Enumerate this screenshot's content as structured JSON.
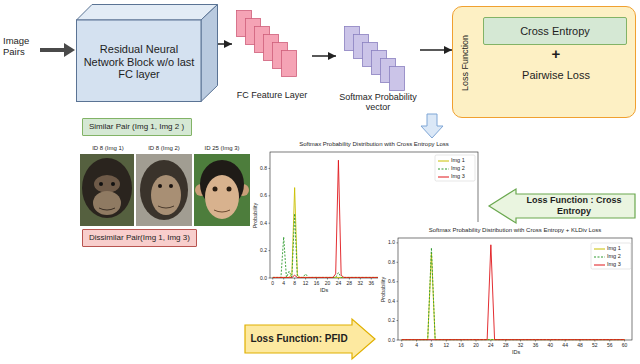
{
  "diagram": {
    "nodes": [
      {
        "text": [
          "Residual Neural Network Block w/o last FC layer"
        ]
      },
      {
        "text": [
          "FC Feature Layer"
        ]
      },
      {
        "text": [
          "Softmax Probability vector"
        ]
      },
      {
        "text": [
          "Loss Function",
          "+",
          "Pairwise Loss"
        ]
      },
      {
        "text": [
          "Cross Entropy"
        ],
        "in": 3
      },
      {
        "text": [
          "Similar Pair (Img 1, Img 2 )"
        ]
      },
      {
        "text": [
          "Dissimilar Pair(Img 1, Img 3)"
        ]
      },
      {
        "text": [
          "Loss Function : Cross Entropy"
        ]
      },
      {
        "text": [
          "Loss Function: PFID"
        ]
      }
    ],
    "edges": [
      {
        "from": 0,
        "to": 1,
        "arrow": "to"
      },
      {
        "from": 1,
        "to": 2,
        "arrow": "to"
      },
      {
        "from": 2,
        "to": 3,
        "arrow": "to"
      }
    ],
    "labels": [
      "Image Pairs",
      "ID 8 (Img 1)",
      "ID 8 (Img 2)",
      "ID 25 (Img 3)",
      "Softmax Probability Distribution with Cross Entropy Loss",
      "Probability",
      "0.0",
      "0.2",
      "0.4",
      "0.6",
      "0.8",
      "0",
      "4",
      "8",
      "12",
      "16",
      "20",
      "24",
      "28",
      "32",
      "36",
      "IDs",
      "Softmax Probability Distribution with Cross Entropy + KLDiv Loss",
      "Probability",
      "0.0",
      "0.2",
      "0.4",
      "0.6",
      "0.8",
      "1.0",
      "0",
      "4",
      "8",
      "12",
      "16",
      "20",
      "24",
      "28",
      "32",
      "36",
      "40",
      "44",
      "48",
      "52",
      "56",
      "60",
      "IDs"
    ],
    "legend": [
      {
        "text": "Img 1"
      },
      {
        "text": "Img 2"
      },
      {
        "text": "Img 3"
      },
      {
        "text": "Img 1"
      },
      {
        "text": "Img 2"
      },
      {
        "text": "Img 3"
      }
    ]
  }
}
